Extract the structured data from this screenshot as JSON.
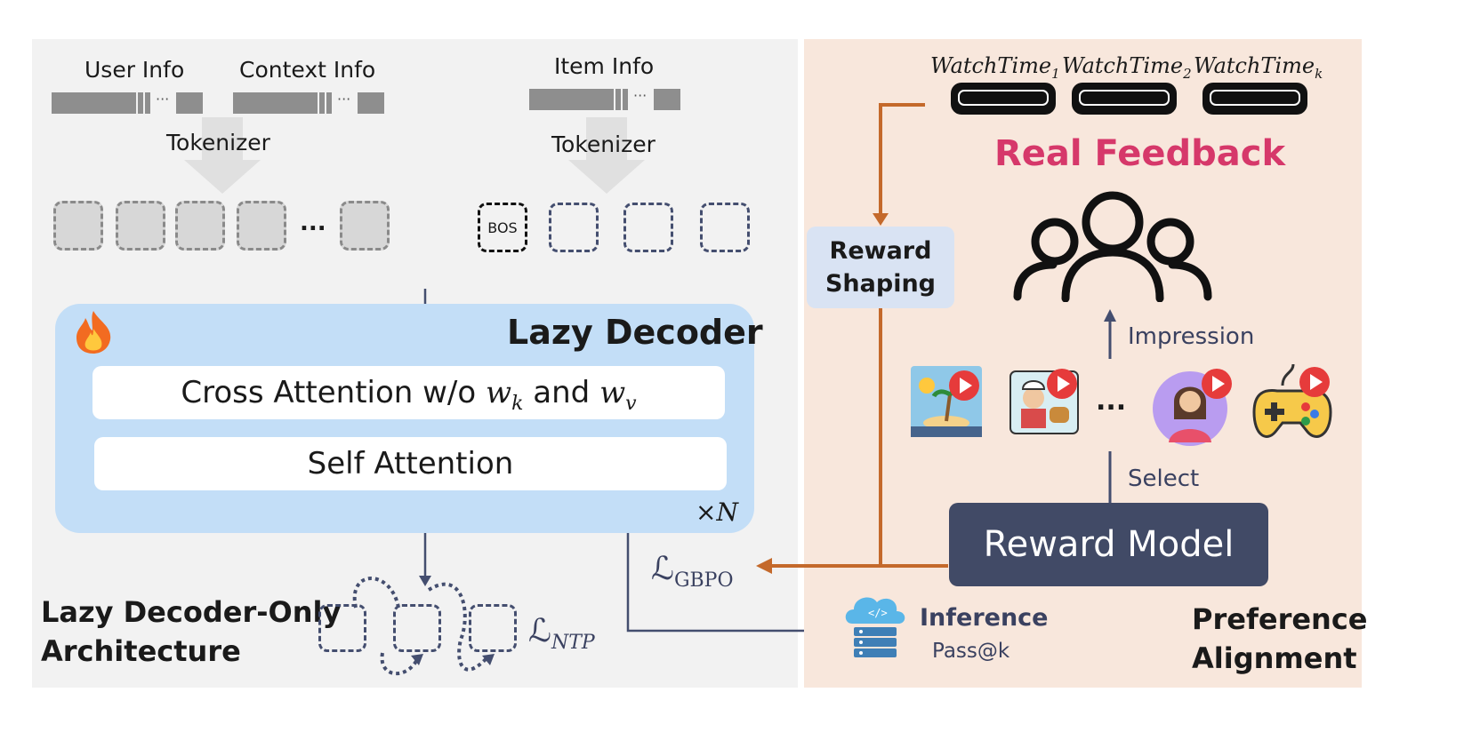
{
  "left_panel": {
    "user_info": "User Info",
    "context_info": "Context Info",
    "item_info": "Item Info",
    "tokenizer_left": "Tokenizer",
    "tokenizer_right": "Tokenizer",
    "ellipsis": "...",
    "bos": "BOS",
    "decoder": {
      "title": "Lazy Decoder",
      "cross_attention": "Cross Attention w/o",
      "wk": "w",
      "wk_sub": "k",
      "and": "and",
      "wv": "w",
      "wv_sub": "v",
      "self_attention": "Self Attention",
      "repeat": "×N"
    },
    "arch_line1": "Lazy Decoder-Only",
    "arch_line2": "Architecture",
    "loss_ntp": "ℒ",
    "loss_ntp_sub": "NTP",
    "loss_gbpo": "ℒ",
    "loss_gbpo_sub": "GBPO"
  },
  "right_panel": {
    "watch_time_label": "WatchTime",
    "watch_subs": [
      "1",
      "2",
      "k"
    ],
    "real_feedback": "Real Feedback",
    "reward_shaping_line1": "Reward",
    "reward_shaping_line2": "Shaping",
    "impression": "Impression",
    "select": "Select",
    "ellipsis": "...",
    "reward_model": "Reward Model",
    "inference": "Inference",
    "pass_at_k": "Pass@k",
    "pref_line1": "Preference",
    "pref_line2": "Alignment"
  },
  "colors": {
    "left_bg": "#f2f2f2",
    "right_bg": "#f8e7dc",
    "decoder_bg": "#c3def7",
    "orange": "#c4692b",
    "navy": "#444e6f",
    "real_feedback": "#d6386a",
    "reward_model_bg": "#414a66"
  }
}
